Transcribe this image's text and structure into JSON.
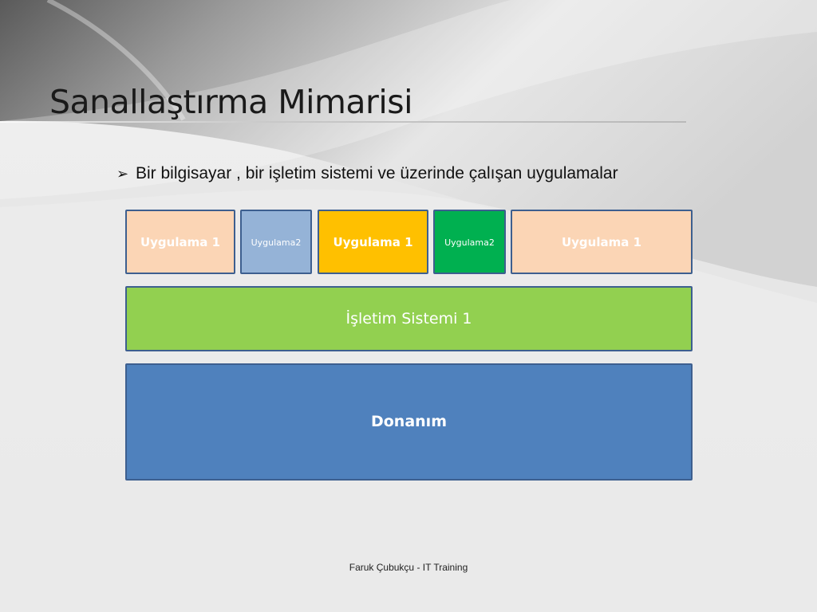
{
  "slide": {
    "title": "Sanallaştırma Mimarisi",
    "bullet_marker": "➢",
    "bullet_text": "Bir bilgisayar , bir işletim sistemi ve üzerinde çalışan uygulamalar",
    "footer": "Faruk Çubukçu - IT Training"
  },
  "diagram": {
    "apps": [
      {
        "label": "Uygulama 1",
        "color": "#fbd5b5"
      },
      {
        "label": "Uygulama2",
        "color": "#95b3d7"
      },
      {
        "label": "Uygulama 1",
        "color": "#ffc000"
      },
      {
        "label": "Uygulama2",
        "color": "#00b050"
      },
      {
        "label": "Uygulama 1",
        "color": "#fbd5b5"
      }
    ],
    "os": {
      "label": "İşletim Sistemi 1",
      "color": "#92d050"
    },
    "hardware": {
      "label": "Donanım",
      "color": "#4f81bd"
    },
    "border_color": "#3d5f8f"
  }
}
